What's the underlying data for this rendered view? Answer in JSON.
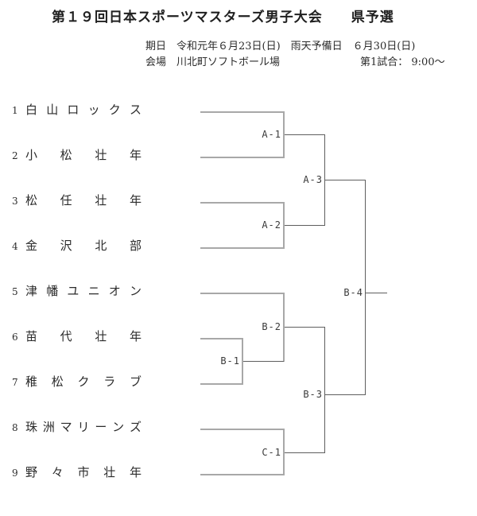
{
  "title": "第１９回日本スポーツマスターズ男子大会　　県予選",
  "info": {
    "line1": "期日　令和元年６月23日(日)　雨天予備日　６月30日(日)",
    "line2": "会場　川北町ソフトボール場",
    "line2_right": "第1試合： 9:00～"
  },
  "bracket": {
    "teams": [
      {
        "no": "1",
        "name": "白山ロックス"
      },
      {
        "no": "2",
        "name": "小松壮年"
      },
      {
        "no": "3",
        "name": "松任壮年"
      },
      {
        "no": "4",
        "name": "金沢北部"
      },
      {
        "no": "5",
        "name": "津幡ユニオン"
      },
      {
        "no": "6",
        "name": "苗代壮年"
      },
      {
        "no": "7",
        "name": "稚松クラブ"
      },
      {
        "no": "8",
        "name": "珠洲マリーンズ"
      },
      {
        "no": "9",
        "name": "野々市壮年"
      }
    ],
    "matches": [
      {
        "label": "A-1"
      },
      {
        "label": "A-2"
      },
      {
        "label": "A-3"
      },
      {
        "label": "B-1"
      },
      {
        "label": "B-2"
      },
      {
        "label": "B-3"
      },
      {
        "label": "B-4"
      },
      {
        "label": "C-1"
      }
    ],
    "colors": {
      "first_round_line": "#a8a8a8",
      "advance_line": "#5e5e5e"
    }
  }
}
